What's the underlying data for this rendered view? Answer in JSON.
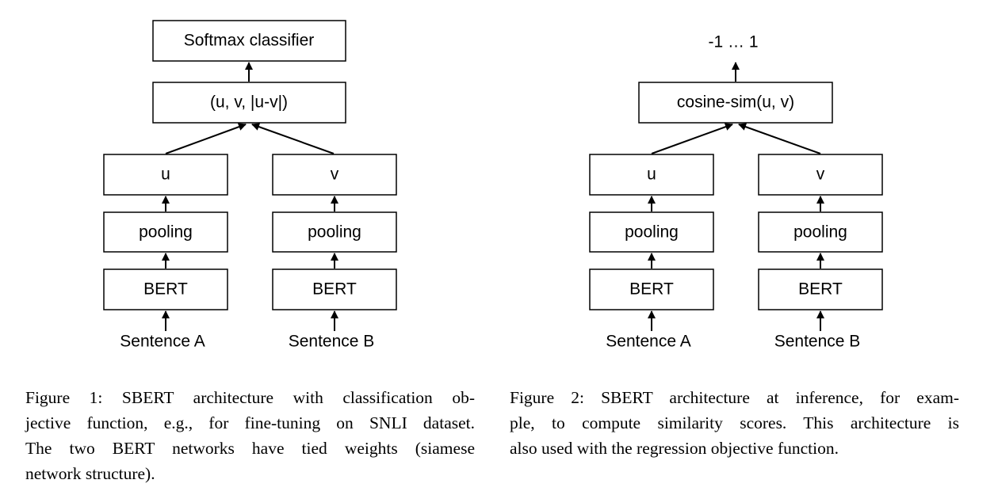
{
  "figure1": {
    "top": "Softmax classifier",
    "concat": "(u, v, |u-v|)",
    "u": "u",
    "v": "v",
    "pooling": "pooling",
    "bert": "BERT",
    "sentence_a": "Sentence A",
    "sentence_b": "Sentence B",
    "caption_lines": [
      "Figure 1: SBERT architecture with classification ob-",
      "jective function, e.g., for fine-tuning on SNLI dataset.",
      "The two BERT networks have tied weights (siamese",
      "network structure)."
    ]
  },
  "figure2": {
    "output": "-1 … 1",
    "cosine": "cosine-sim(u, v)",
    "u": "u",
    "v": "v",
    "pooling": "pooling",
    "bert": "BERT",
    "sentence_a": "Sentence A",
    "sentence_b": "Sentence B",
    "caption_lines": [
      "Figure 2: SBERT architecture at inference, for exam-",
      "ple, to compute similarity scores. This architecture is",
      "also used with the regression objective function."
    ]
  }
}
